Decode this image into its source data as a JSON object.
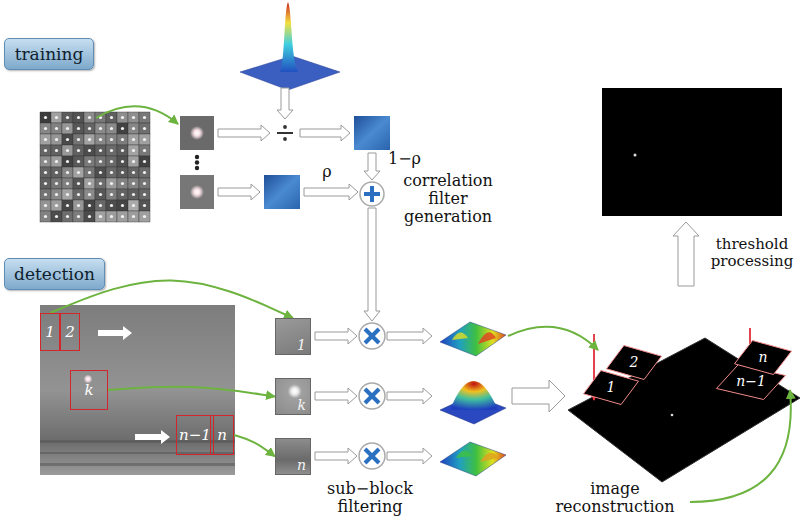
{
  "diagram": {
    "nodes": [
      {
        "text": [
          "training"
        ]
      },
      {
        "text": [
          "detection"
        ]
      },
      {
        "text": [
          "1"
        ]
      },
      {
        "text": [
          "2"
        ]
      },
      {
        "text": [
          "k"
        ]
      },
      {
        "text": [
          "n−1"
        ]
      },
      {
        "text": [
          "n"
        ]
      },
      {
        "text": [
          "1"
        ]
      },
      {
        "text": [
          "k"
        ]
      },
      {
        "text": [
          "n"
        ]
      },
      {
        "text": [
          "2"
        ]
      },
      {
        "text": [
          "1"
        ]
      },
      {
        "text": [
          "n"
        ]
      },
      {
        "text": [
          "n−1"
        ]
      }
    ],
    "edges": [
      {
        "from": 2,
        "to": 7,
        "arrow": "to"
      },
      {
        "from": 4,
        "to": 8,
        "arrow": "to"
      },
      {
        "from": 6,
        "to": 9,
        "arrow": "to"
      }
    ],
    "labels": [
      "1−ρ",
      "ρ",
      "correlation filter generation",
      "sub−block filtering",
      "image reconstruction",
      "threshold processing"
    ]
  }
}
